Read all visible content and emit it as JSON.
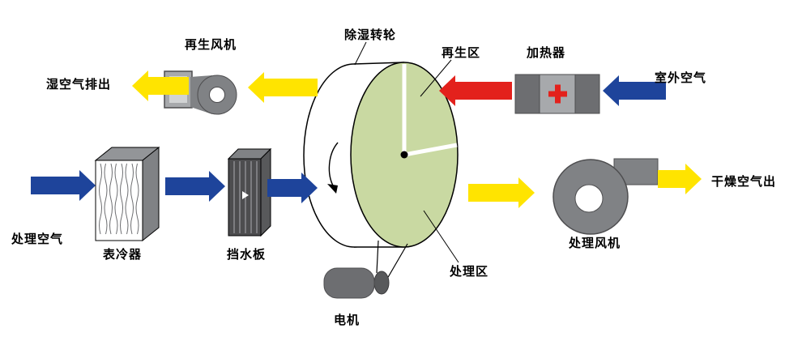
{
  "colors": {
    "blue": "#1e449b",
    "yellow": "#ffe400",
    "red": "#e3211c",
    "wheel_green": "#c9d9a2",
    "gray": "#808285",
    "gray_light": "#a7a9ac",
    "gray_mid": "#6d6e71",
    "gray_dark": "#4d4d4f",
    "white": "#ffffff"
  },
  "labels": {
    "wet_air_out": "湿空气排出",
    "regen_fan": "再生风机",
    "wheel": "除湿转轮",
    "regen_zone": "再生区",
    "heater": "加热器",
    "outdoor_air": "室外空气",
    "process_air": "处理空气",
    "cooler": "表冷器",
    "baffle": "挡水板",
    "process_zone": "处理区",
    "process_fan": "处理风机",
    "dry_air_out": "干燥空气出",
    "motor": "电机"
  },
  "icons": {
    "heater_plus": "plus",
    "wheel_rotation": "curved-rotation-arrow"
  }
}
